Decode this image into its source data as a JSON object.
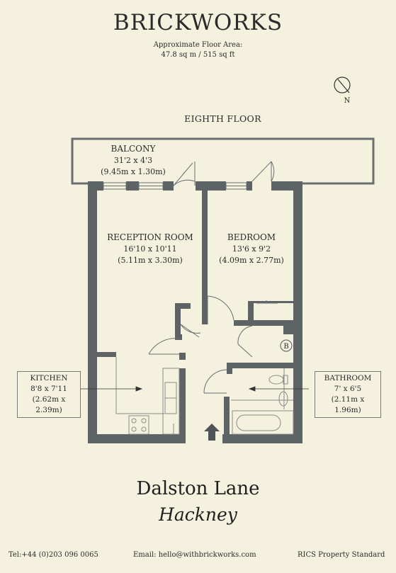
{
  "header": {
    "brand": "BRICKWORKS",
    "area_label": "Approximate Floor Area:",
    "area_value": "47.8 sq m / 515 sq ft"
  },
  "compass": {
    "label": "N"
  },
  "floor_label": "EIGHTH FLOOR",
  "rooms": {
    "balcony": {
      "name": "BALCONY",
      "imperial": "31'2 x 4'3",
      "metric": "(9.45m x 1.30m)"
    },
    "reception": {
      "name": "RECEPTION ROOM",
      "imperial": "16'10 x 10'11",
      "metric": "(5.11m x 3.30m)"
    },
    "bedroom": {
      "name": "BEDROOM",
      "imperial": "13'6 x 9'2",
      "metric": "(4.09m x 2.77m)"
    },
    "kitchen": {
      "name": "KITCHEN",
      "imperial": "8'8 x 7'11",
      "metric": "(2.62m x 2.39m)"
    },
    "bathroom": {
      "name": "BATHROOM",
      "imperial": "7' x 6'5",
      "metric": "(2.11m x 1.96m)"
    },
    "boiler_label": "B"
  },
  "address": {
    "line1": "Dalston Lane",
    "line2": "Hackney"
  },
  "footer": {
    "tel": "Tel:+44 (0)203 096 0065",
    "email": "Email:  hello@withbrickworks.com",
    "rics": "RICS Property Standard"
  },
  "colors": {
    "background": "#f4f1df",
    "wall": "#5e6466",
    "line": "#8a8a8a",
    "text": "#2a2a2a"
  }
}
